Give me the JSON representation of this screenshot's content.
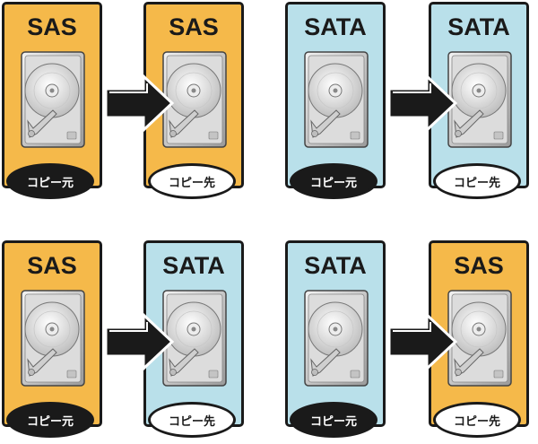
{
  "pairs": [
    {
      "source": {
        "label": "SAS",
        "type": "sas",
        "role": "コピー元"
      },
      "target": {
        "label": "SAS",
        "type": "sas",
        "role": "コピー先"
      }
    },
    {
      "source": {
        "label": "SATA",
        "type": "sata",
        "role": "コピー元"
      },
      "target": {
        "label": "SATA",
        "type": "sata",
        "role": "コピー先"
      }
    },
    {
      "source": {
        "label": "SAS",
        "type": "sas",
        "role": "コピー元"
      },
      "target": {
        "label": "SATA",
        "type": "sata",
        "role": "コピー先"
      }
    },
    {
      "source": {
        "label": "SATA",
        "type": "sata",
        "role": "コピー元"
      },
      "target": {
        "label": "SAS",
        "type": "sas",
        "role": "コピー先"
      }
    }
  ],
  "colors": {
    "sas": "#f5b94a",
    "sata": "#b9e0ea",
    "outline": "#1a1a1a",
    "source_pill": "#1a1a1a",
    "target_pill": "#ffffff"
  },
  "icons": [
    "hard-disk-drive-icon",
    "right-arrow-icon"
  ]
}
